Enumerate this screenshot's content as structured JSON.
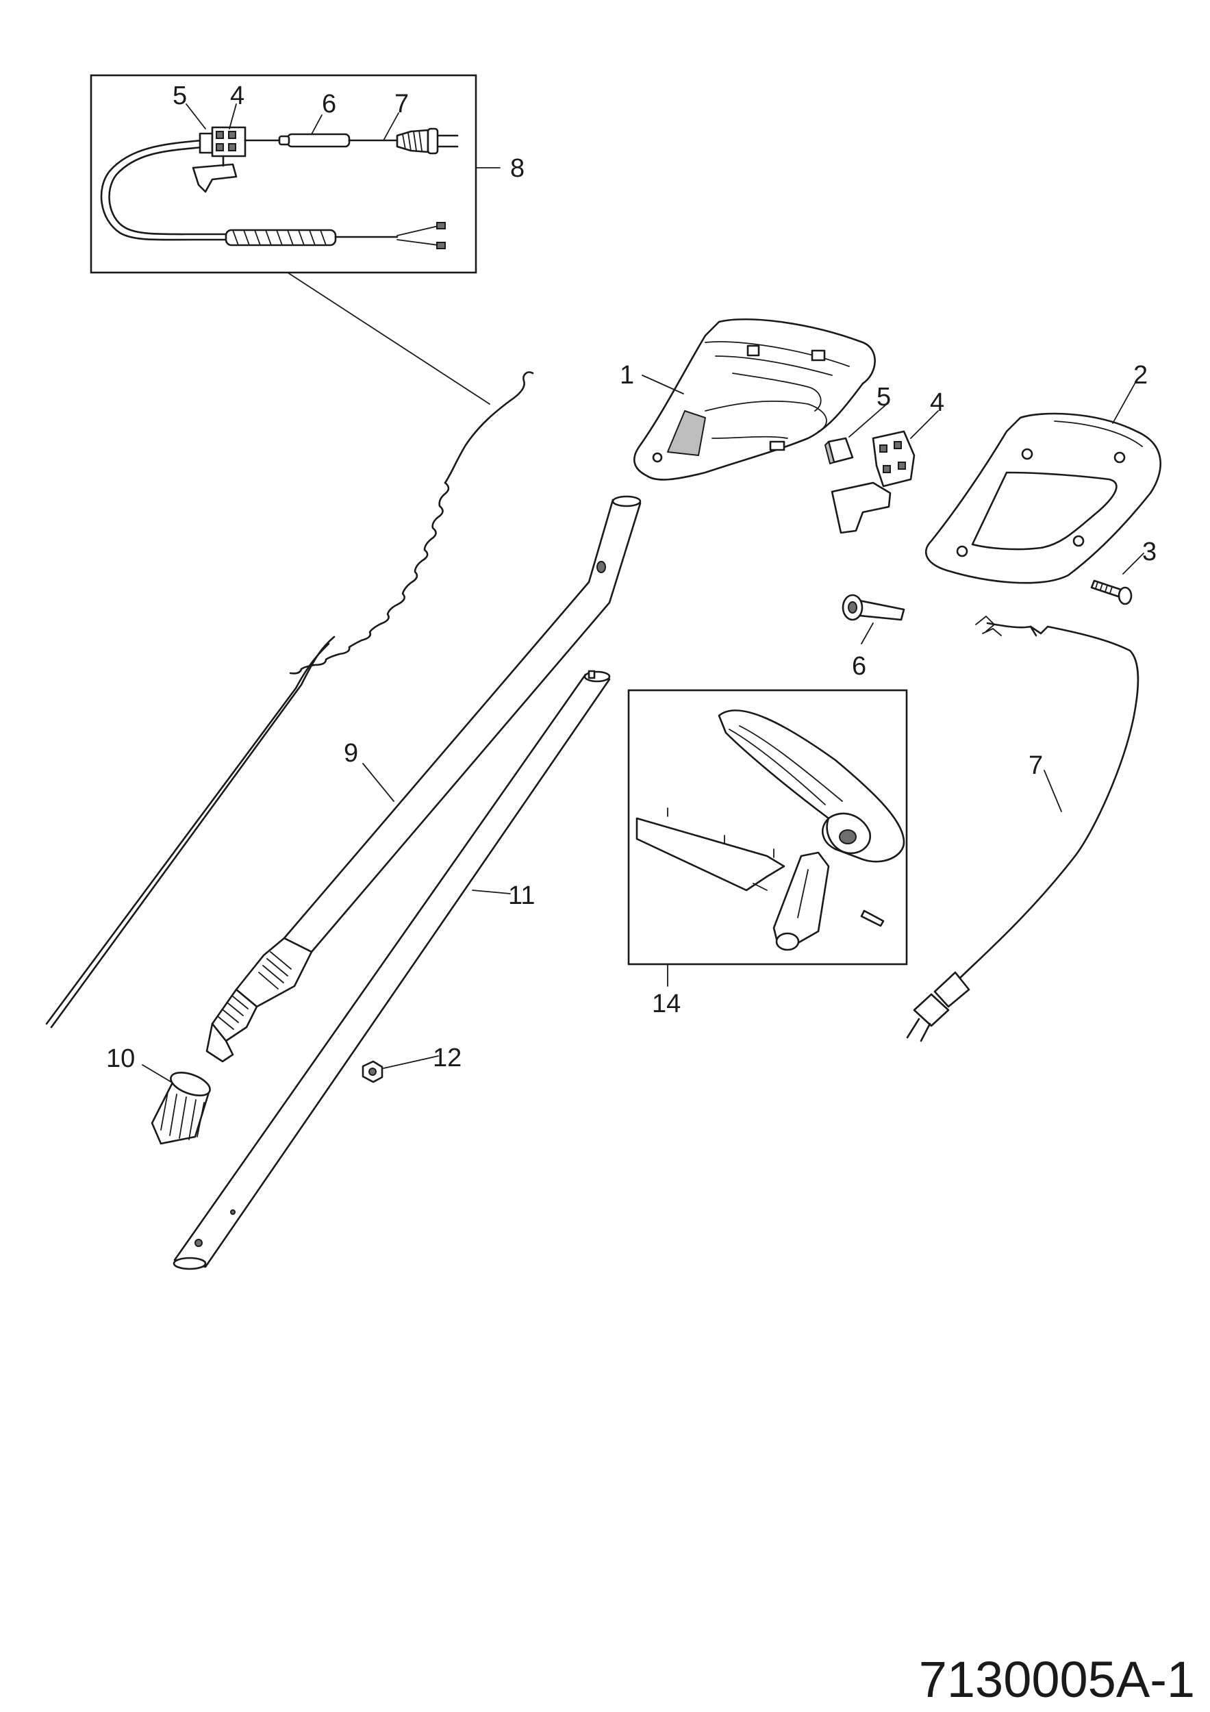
{
  "document": {
    "drawing_number": "7130005A-1"
  },
  "callouts": {
    "inset_top_5": "5",
    "inset_top_4": "4",
    "inset_top_6": "6",
    "inset_top_7": "7",
    "inset_top_8": "8",
    "part_1": "1",
    "part_2": "2",
    "part_3": "3",
    "part_4": "4",
    "part_5": "5",
    "part_6": "6",
    "part_7": "7",
    "part_9": "9",
    "part_10": "10",
    "part_11": "11",
    "part_12": "12",
    "part_14": "14"
  },
  "parts": [
    {
      "number": "1",
      "name": "handle-housing-left"
    },
    {
      "number": "2",
      "name": "handle-housing-right"
    },
    {
      "number": "3",
      "name": "screw"
    },
    {
      "number": "4",
      "name": "switch"
    },
    {
      "number": "5",
      "name": "capacitor"
    },
    {
      "number": "6",
      "name": "cable-sleeve"
    },
    {
      "number": "7",
      "name": "power-cord-with-plug"
    },
    {
      "number": "8",
      "name": "cable-assembly-set"
    },
    {
      "number": "9",
      "name": "upper-shaft-tube"
    },
    {
      "number": "10",
      "name": "locking-knob"
    },
    {
      "number": "11",
      "name": "lower-shaft-tube"
    },
    {
      "number": "12",
      "name": "nut"
    },
    {
      "number": "14",
      "name": "auxiliary-handle-set"
    }
  ]
}
